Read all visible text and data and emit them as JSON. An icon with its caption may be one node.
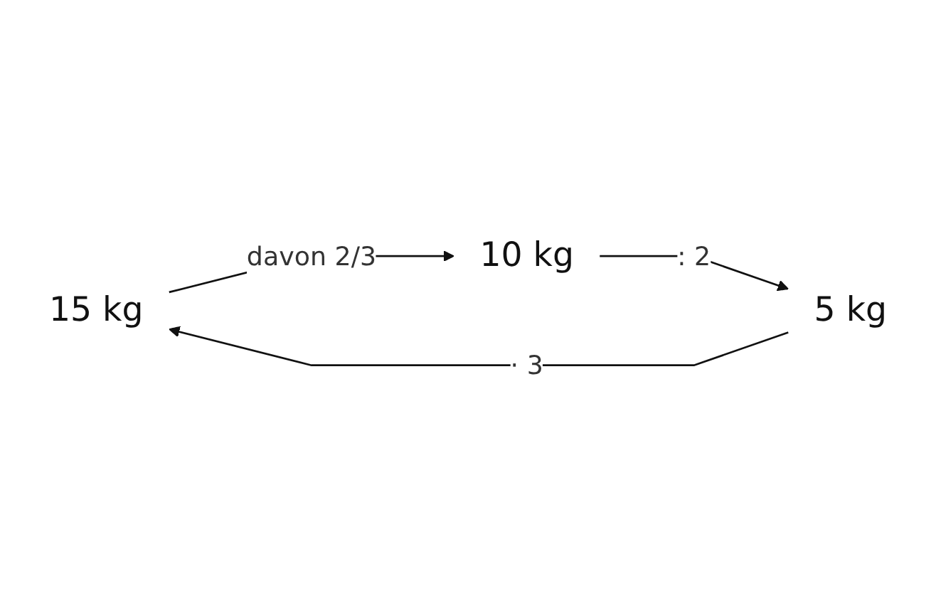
{
  "diagram": {
    "nodes": [
      {
        "text": [
          "15 kg"
        ]
      },
      {
        "text": [
          "10 kg"
        ]
      },
      {
        "text": [
          "5 kg"
        ]
      }
    ],
    "edges": [
      {
        "from": 0,
        "to": 1,
        "arrow": "to",
        "label": "davon 2/3"
      },
      {
        "from": 1,
        "to": 2,
        "arrow": "to",
        "label": ": 2"
      },
      {
        "from": 2,
        "to": 0,
        "arrow": "to",
        "label": "· 3"
      }
    ]
  }
}
